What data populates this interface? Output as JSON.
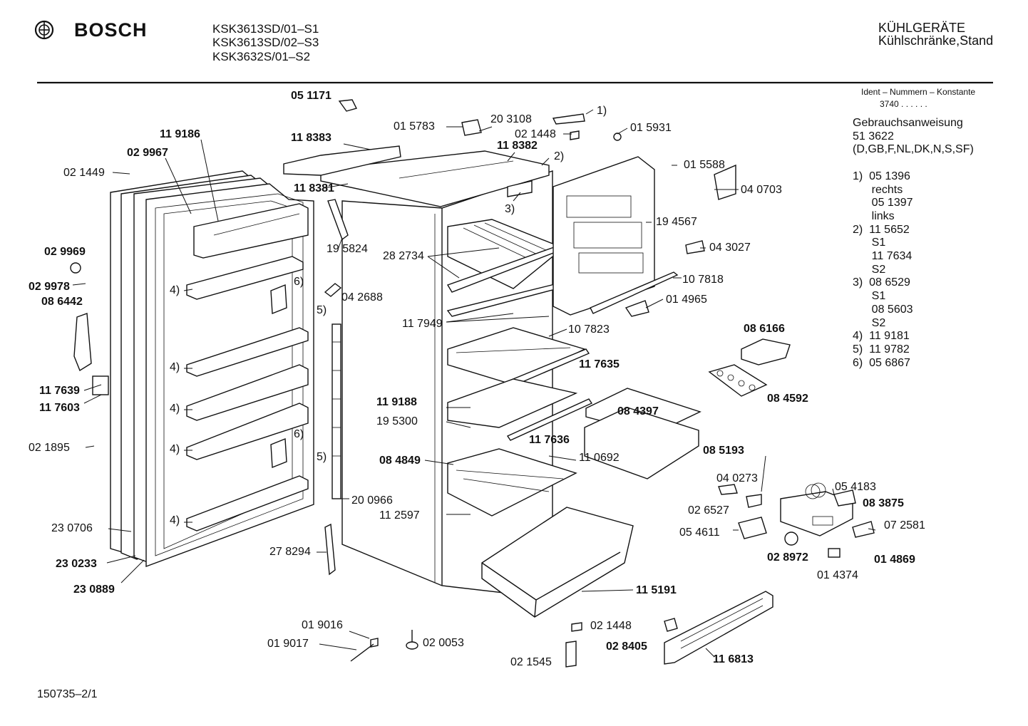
{
  "header": {
    "brand": "BOSCH",
    "models": [
      "KSK3613SD/01–S1",
      "KSK3613SD/02–S3",
      "KSK3632S/01–S2"
    ],
    "category": "KÜHLGERÄTE",
    "subcategory": "Kühlschränke,Stand"
  },
  "ident": {
    "label": "Ident – Nummern – Konstante",
    "value": "3740 . . . . . ."
  },
  "legend": [
    "Gebrauchsanweisung",
    "51 3622",
    "(D,GB,F,NL,DK,N,S,SF)",
    "",
    "1)  05 1396",
    "      rechts",
    "      05 1397",
    "      links",
    "2)  11 5652",
    "      S1",
    "      11 7634",
    "      S2",
    "3)  08 6529",
    "      S1",
    "      08 5603",
    "      S2",
    "4)  11 9181",
    "5)  11 9782",
    "6)  05 6867"
  ],
  "footer": "150735–2/1",
  "parts": [
    {
      "t": "05 1171",
      "b": true
    },
    {
      "t": "01 5783",
      "b": false
    },
    {
      "t": "20 3108",
      "b": false
    },
    {
      "t": "1)",
      "b": false
    },
    {
      "t": "02 1448",
      "b": false
    },
    {
      "t": "01 5931",
      "b": false
    },
    {
      "t": "11 9186",
      "b": true
    },
    {
      "t": "11 8383",
      "b": true
    },
    {
      "t": "11 8382",
      "b": true
    },
    {
      "t": "2)",
      "b": false
    },
    {
      "t": "02 9967",
      "b": true
    },
    {
      "t": "01 5588",
      "b": false
    },
    {
      "t": "02 1449",
      "b": false
    },
    {
      "t": "11 8381",
      "b": true
    },
    {
      "t": "3)",
      "b": false
    },
    {
      "t": "04 0703",
      "b": false
    },
    {
      "t": "19 4567",
      "b": false
    },
    {
      "t": "19 5824",
      "b": false
    },
    {
      "t": "28 2734",
      "b": false
    },
    {
      "t": "02 9969",
      "b": true
    },
    {
      "t": "04 3027",
      "b": false
    },
    {
      "t": "02 9978",
      "b": true
    },
    {
      "t": "10 7818",
      "b": false
    },
    {
      "t": "4)",
      "b": false
    },
    {
      "t": "6)",
      "b": false
    },
    {
      "t": "04 2688",
      "b": false
    },
    {
      "t": "08 6442",
      "b": true
    },
    {
      "t": "01 4965",
      "b": false
    },
    {
      "t": "5)",
      "b": false
    },
    {
      "t": "11 7949",
      "b": false
    },
    {
      "t": "10 7823",
      "b": false
    },
    {
      "t": "08 6166",
      "b": true
    },
    {
      "t": "4)",
      "b": false
    },
    {
      "t": "11 7635",
      "b": true
    },
    {
      "t": "11 7639",
      "b": true
    },
    {
      "t": "11 7603",
      "b": true
    },
    {
      "t": "08 4592",
      "b": true
    },
    {
      "t": "11 9188",
      "b": true
    },
    {
      "t": "4)",
      "b": false
    },
    {
      "t": "08 4397",
      "b": true
    },
    {
      "t": "19 5300",
      "b": false
    },
    {
      "t": "11 7636",
      "b": true
    },
    {
      "t": "6)",
      "b": false
    },
    {
      "t": "02 1895",
      "b": false
    },
    {
      "t": "4)",
      "b": false
    },
    {
      "t": "08 5193",
      "b": true
    },
    {
      "t": "11 0692",
      "b": false
    },
    {
      "t": "5)",
      "b": false
    },
    {
      "t": "08 4849",
      "b": true
    },
    {
      "t": "04 0273",
      "b": false
    },
    {
      "t": "05 4183",
      "b": false
    },
    {
      "t": "20 0966",
      "b": false
    },
    {
      "t": "02 6527",
      "b": false
    },
    {
      "t": "08 3875",
      "b": true
    },
    {
      "t": "11 2597",
      "b": false
    },
    {
      "t": "4)",
      "b": false
    },
    {
      "t": "23 0706",
      "b": false
    },
    {
      "t": "07 2581",
      "b": false
    },
    {
      "t": "05 4611",
      "b": false
    },
    {
      "t": "27 8294",
      "b": false
    },
    {
      "t": "02 8972",
      "b": true
    },
    {
      "t": "01 4869",
      "b": true
    },
    {
      "t": "23 0233",
      "b": true
    },
    {
      "t": "01 4374",
      "b": false
    },
    {
      "t": "11 5191",
      "b": true
    },
    {
      "t": "23 0889",
      "b": true
    },
    {
      "t": "01 9016",
      "b": false
    },
    {
      "t": "02 1448",
      "b": false
    },
    {
      "t": "01 9017",
      "b": false
    },
    {
      "t": "02 0053",
      "b": false
    },
    {
      "t": "02 8405",
      "b": true
    },
    {
      "t": "11 6813",
      "b": true
    },
    {
      "t": "02 1545",
      "b": false
    }
  ]
}
